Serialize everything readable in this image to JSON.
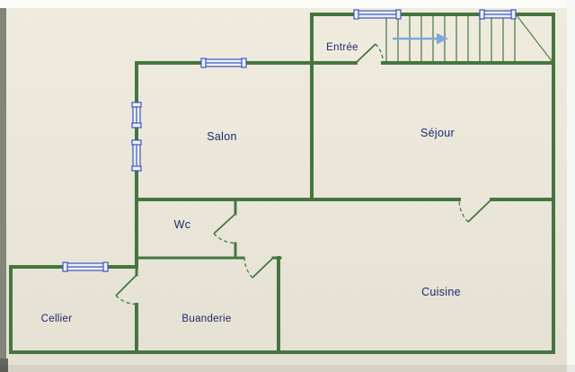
{
  "plan": {
    "rooms": [
      {
        "name": "Entrée"
      },
      {
        "name": "Salon"
      },
      {
        "name": "Séjour"
      },
      {
        "name": "Wc"
      },
      {
        "name": "Cellier"
      },
      {
        "name": "Buanderie"
      },
      {
        "name": "Cuisine"
      }
    ]
  },
  "colors": {
    "wall": "#46763f",
    "window": "#3d55bd",
    "window_fill": "#eef0f8",
    "label": "#1c2a6b",
    "arrow": "#7fa8d9",
    "paper": "#e9e5d8"
  }
}
